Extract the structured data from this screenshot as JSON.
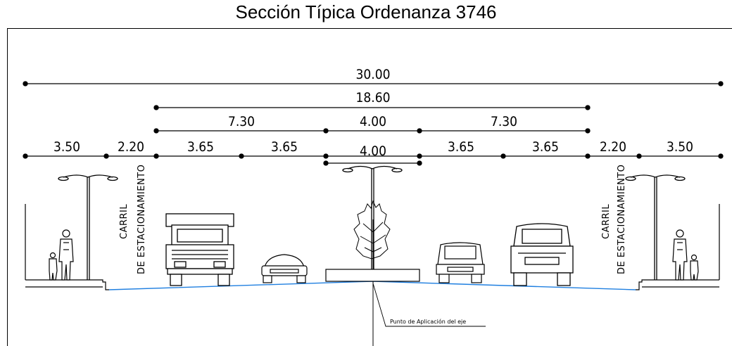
{
  "title": "Sección Típica Ordenanza 3746",
  "dimensions": {
    "total": "30.00",
    "road": "18.60",
    "half_left": "7.30",
    "median_top": "4.00",
    "half_right": "7.30",
    "sidewalk_left": "3.50",
    "parking_left": "2.20",
    "lane1": "3.65",
    "lane2": "3.65",
    "median": "4.00",
    "lane3": "3.65",
    "lane4": "3.65",
    "parking_right": "2.20",
    "sidewalk_right": "3.50"
  },
  "labels": {
    "parking_left_line1": "CARRIL",
    "parking_left_line2": "DE ESTACIONAMIENTO",
    "parking_right_line1": "CARRIL",
    "parking_right_line2": "DE ESTACIONAMIENTO",
    "axis_note": "Punto de Aplicación del eje"
  },
  "colors": {
    "line": "#000000",
    "grade": "#1f7fe0"
  },
  "icons": [
    "street-lamp-icon",
    "pedestrians-icon",
    "truck-icon",
    "car-icon",
    "tree-icon",
    "suv-icon",
    "pickup-icon"
  ]
}
